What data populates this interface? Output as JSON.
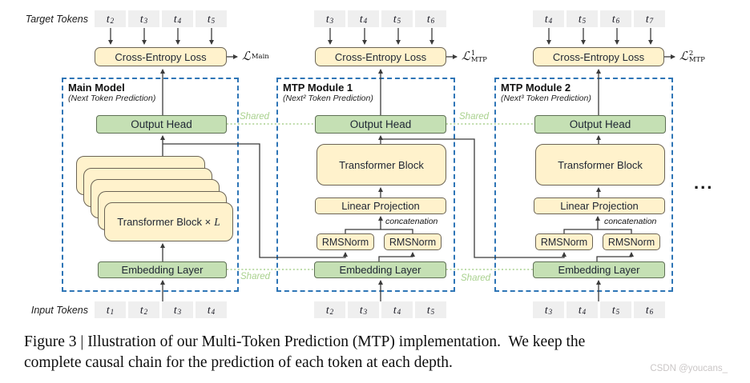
{
  "colors": {
    "dashed_border_blue": "#2E75B6",
    "box_yellow": "#FFF2CC",
    "box_green": "#C5E0B4",
    "shared_green": "#A9D18E",
    "token_gray": "#EFEFEF"
  },
  "labels": {
    "target_tokens": "Target Tokens",
    "input_tokens": "Input Tokens",
    "cross_entropy_loss": "Cross-Entropy Loss",
    "output_head": "Output Head",
    "transformer_block": "Transformer Block",
    "stack_prefix": "Transformer Block ×",
    "stack_var": "L",
    "linear_projection": "Linear Projection",
    "rmsnorm": "RMSNorm",
    "embedding_layer": "Embedding Layer",
    "concatenation": "concatenation",
    "shared": "Shared",
    "loss_symbol": "ℒ",
    "ellipsis": "..."
  },
  "modules": [
    {
      "title": "Main Model",
      "subtitle": "(Next Token Prediction)",
      "loss_sup": "",
      "loss_sub": "Main",
      "targets": [
        {
          "b": "t",
          "s": "2"
        },
        {
          "b": "t",
          "s": "3"
        },
        {
          "b": "t",
          "s": "4"
        },
        {
          "b": "t",
          "s": "5"
        }
      ],
      "inputs": [
        {
          "b": "t",
          "s": "1"
        },
        {
          "b": "t",
          "s": "2"
        },
        {
          "b": "t",
          "s": "3"
        },
        {
          "b": "t",
          "s": "4"
        }
      ]
    },
    {
      "title": "MTP Module 1",
      "subtitle": "(Next² Token Prediction)",
      "loss_sup": "1",
      "loss_sub": "MTP",
      "targets": [
        {
          "b": "t",
          "s": "3"
        },
        {
          "b": "t",
          "s": "4"
        },
        {
          "b": "t",
          "s": "5"
        },
        {
          "b": "t",
          "s": "6"
        }
      ],
      "inputs": [
        {
          "b": "t",
          "s": "2"
        },
        {
          "b": "t",
          "s": "3"
        },
        {
          "b": "t",
          "s": "4"
        },
        {
          "b": "t",
          "s": "5"
        }
      ]
    },
    {
      "title": "MTP Module 2",
      "subtitle": "(Next³ Token Prediction)",
      "loss_sup": "2",
      "loss_sub": "MTP",
      "targets": [
        {
          "b": "t",
          "s": "4"
        },
        {
          "b": "t",
          "s": "5"
        },
        {
          "b": "t",
          "s": "6"
        },
        {
          "b": "t",
          "s": "7"
        }
      ],
      "inputs": [
        {
          "b": "t",
          "s": "3"
        },
        {
          "b": "t",
          "s": "4"
        },
        {
          "b": "t",
          "s": "5"
        },
        {
          "b": "t",
          "s": "6"
        }
      ]
    }
  ],
  "caption": {
    "line1": "Figure 3 | Illustration of our Multi-Token Prediction (MTP) implementation.  We keep the",
    "line2": "complete causal chain for the prediction of each token at each depth.",
    "watermark": "CSDN @youcans_"
  }
}
